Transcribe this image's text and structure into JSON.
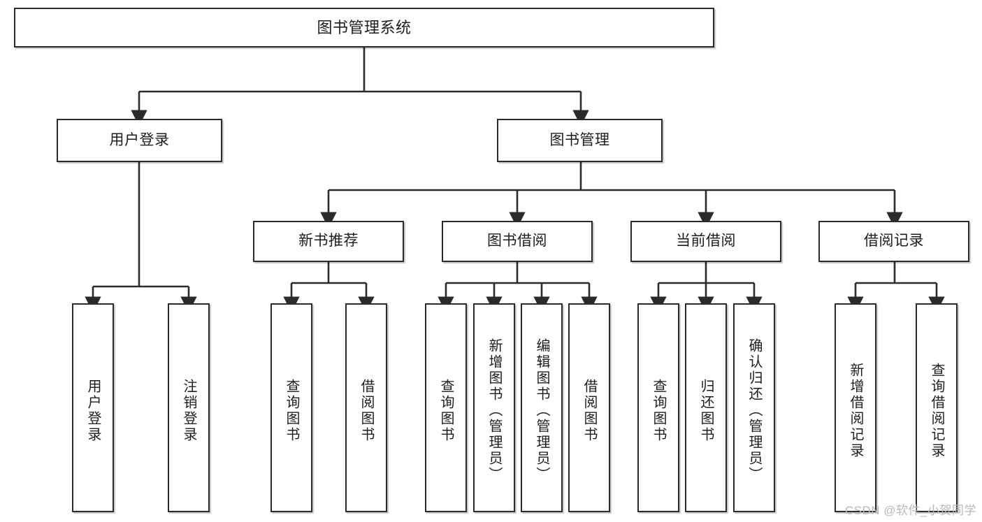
{
  "diagram": {
    "title": "图书管理系统",
    "root": {
      "label": "图书管理系统"
    },
    "level2": [
      {
        "label": "用户登录"
      },
      {
        "label": "图书管理"
      }
    ],
    "level3": [
      {
        "label": "新书推荐"
      },
      {
        "label": "图书借阅"
      },
      {
        "label": "当前借阅"
      },
      {
        "label": "借阅记录"
      }
    ],
    "leaves": {
      "user_login": [
        {
          "label": "用户登录"
        },
        {
          "label": "注销登录"
        }
      ],
      "new_book": [
        {
          "label": "查询图书"
        },
        {
          "label": "借阅图书"
        }
      ],
      "book_borrow": [
        {
          "label": "查询图书"
        },
        {
          "label": "新增图书（管理员）"
        },
        {
          "label": "编辑图书（管理员）"
        },
        {
          "label": "借阅图书"
        }
      ],
      "current_borrow": [
        {
          "label": "查询图书"
        },
        {
          "label": "归还图书"
        },
        {
          "label": "确认归还（管理员）"
        }
      ],
      "borrow_record": [
        {
          "label": "新增借阅记录"
        },
        {
          "label": "查询借阅记录"
        }
      ]
    },
    "watermark": "CSDN @软件_小贺同学",
    "colors": {
      "stroke": "#2b2b2b",
      "text": "#1d1d1d",
      "background": "#ffffff",
      "watermark": "#b9b9b9"
    }
  }
}
